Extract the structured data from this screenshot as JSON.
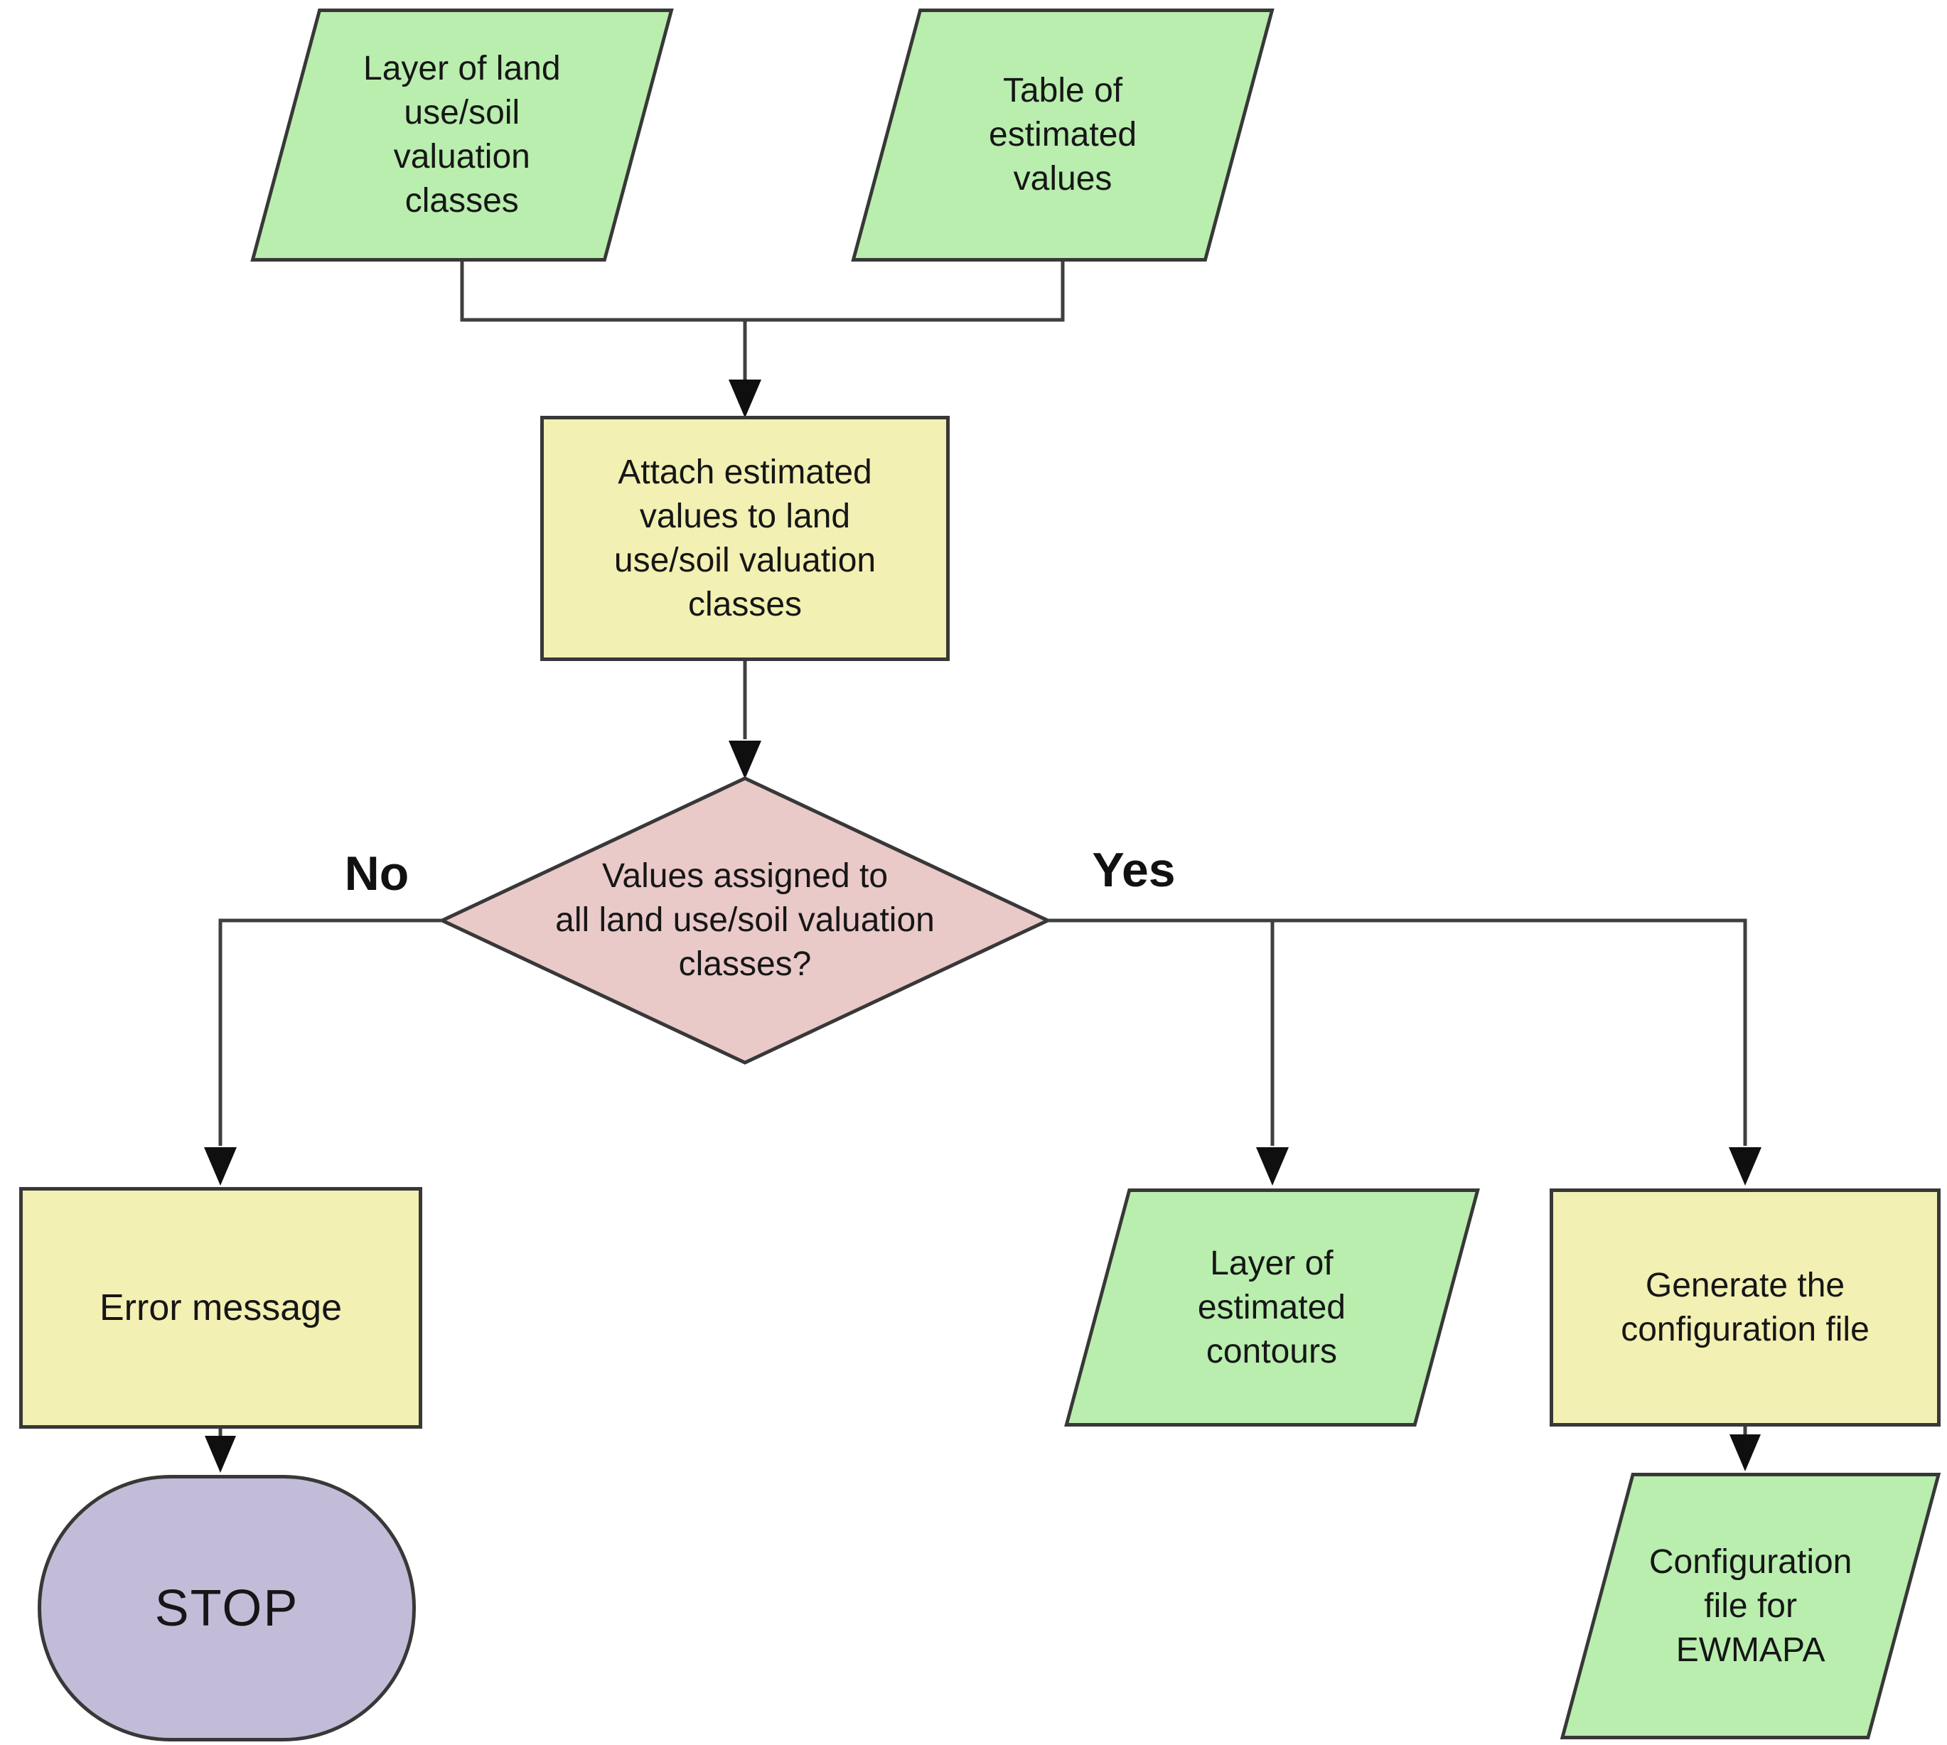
{
  "diagram": {
    "type": "flowchart",
    "nodes": {
      "layer_land_use": {
        "type": "data-parallelogram",
        "lines": [
          "Layer of land",
          "use/soil",
          "valuation",
          "classes"
        ]
      },
      "table_estimated_values": {
        "type": "data-parallelogram",
        "lines": [
          "Table of",
          "estimated",
          "values"
        ]
      },
      "attach_values": {
        "type": "process",
        "lines": [
          "Attach estimated",
          "values to land",
          "use/soil valuation",
          "classes"
        ]
      },
      "decision": {
        "type": "decision-diamond",
        "lines": [
          "Values assigned to",
          "all land use/soil valuation",
          "classes?"
        ]
      },
      "error_message": {
        "type": "process",
        "lines": [
          "Error message"
        ]
      },
      "stop": {
        "type": "terminator",
        "lines": [
          "STOP"
        ]
      },
      "layer_estimated_contours": {
        "type": "data-parallelogram",
        "lines": [
          "Layer of",
          "estimated",
          "contours"
        ]
      },
      "generate_config": {
        "type": "process",
        "lines": [
          "Generate the",
          "configuration file"
        ]
      },
      "config_file_ewmapa": {
        "type": "data-parallelogram",
        "lines": [
          "Configuration",
          "file for",
          "EWMAPA"
        ]
      }
    },
    "edges": {
      "no_label": "No",
      "yes_label": "Yes"
    },
    "colors": {
      "input": "#b9eeae",
      "process": "#f2f0b2",
      "decision": "#eac9c9",
      "terminator": "#c3bcd8",
      "stroke": "#383838",
      "connector": "#3f3f3f"
    }
  }
}
